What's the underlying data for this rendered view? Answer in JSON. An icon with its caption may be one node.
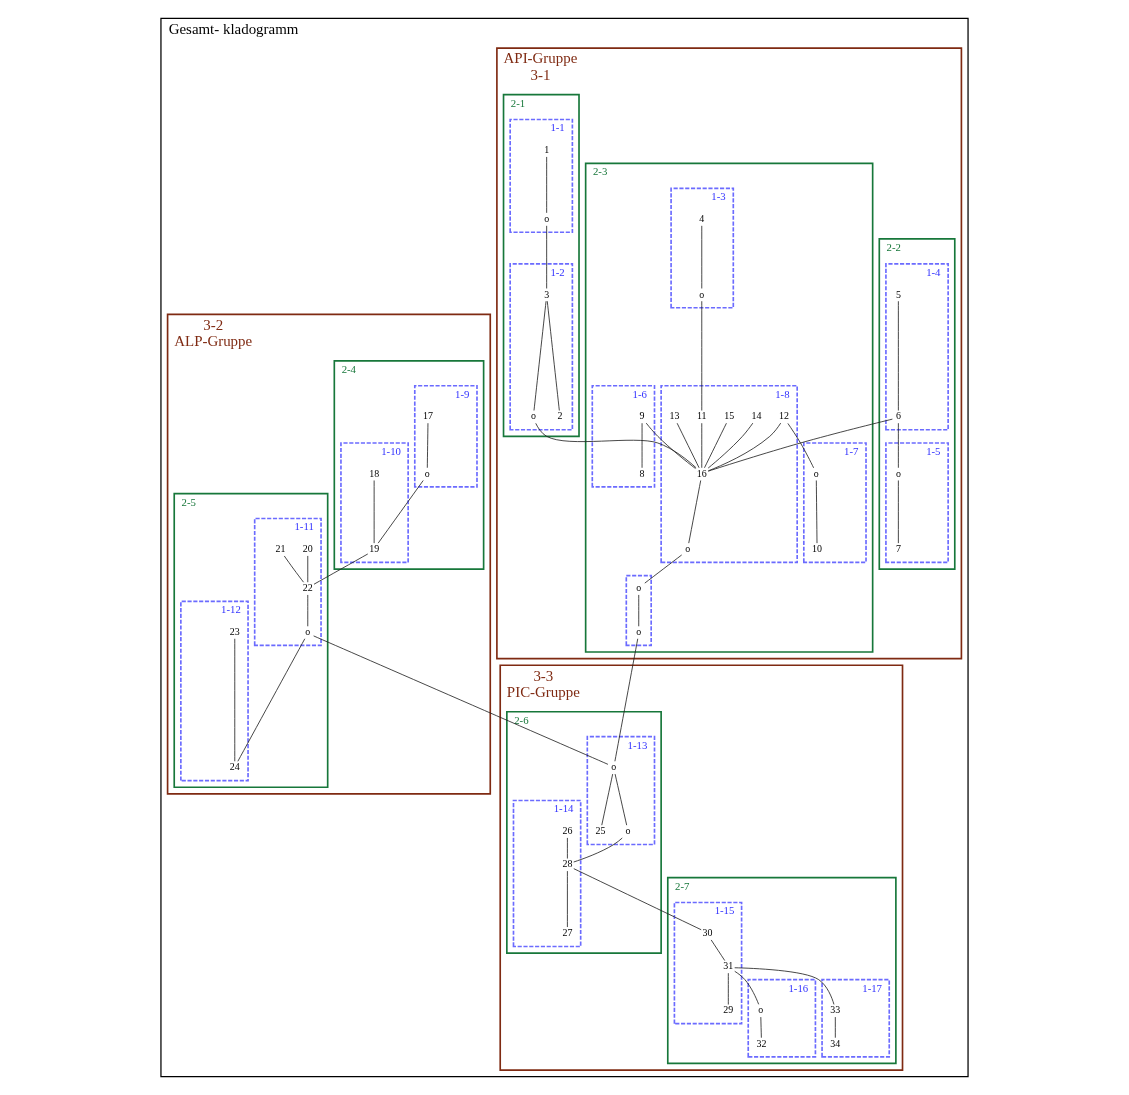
{
  "diagram": {
    "nodes": [
      {
        "text": [
          "Gesamt- kladogramm"
        ]
      },
      {
        "text": [
          "API-Gruppe",
          "3-1"
        ],
        "in": 0
      },
      {
        "text": [
          "2-2"
        ],
        "in": 1
      },
      {
        "text": [
          "1-5"
        ],
        "in": 2
      },
      {
        "text": [
          "7"
        ],
        "in": 3
      },
      {
        "text": [
          "o"
        ],
        "in": 3
      },
      {
        "text": [
          "1-4"
        ],
        "in": 2
      },
      {
        "text": [
          "5"
        ],
        "in": 6
      },
      {
        "text": [
          "6"
        ],
        "in": 6
      },
      {
        "text": [
          "2-3"
        ],
        "in": 1
      },
      {
        "text": [
          "1-3"
        ],
        "in": 9
      },
      {
        "text": [
          "4"
        ],
        "in": 10
      },
      {
        "text": [
          "o"
        ],
        "in": 10
      },
      {
        "text": [
          "1-6"
        ],
        "in": 9
      },
      {
        "text": [
          "9"
        ],
        "in": 13
      },
      {
        "text": [
          "8"
        ],
        "in": 13
      },
      {
        "text": [
          "1-7"
        ],
        "in": 9
      },
      {
        "text": [
          "o"
        ],
        "in": 16
      },
      {
        "text": [
          "10"
        ],
        "in": 16
      },
      {
        "text": [
          "1-8"
        ],
        "in": 9
      },
      {
        "text": [
          "11"
        ],
        "in": 19
      },
      {
        "text": [
          "12"
        ],
        "in": 19
      },
      {
        "text": [
          "16"
        ],
        "in": 19
      },
      {
        "text": [
          "13"
        ],
        "in": 19
      },
      {
        "text": [
          "14"
        ],
        "in": 19
      },
      {
        "text": [
          "o"
        ],
        "in": 19
      },
      {
        "text": [
          "15"
        ],
        "in": 19
      },
      {
        "text": [],
        "shape": "box",
        "in": 9
      },
      {
        "text": [
          "o"
        ],
        "in": 27
      },
      {
        "text": [
          "o"
        ],
        "in": 27
      },
      {
        "text": [
          "2-1"
        ],
        "in": 1
      },
      {
        "text": [
          "1-1"
        ],
        "in": 30
      },
      {
        "text": [
          "1"
        ],
        "in": 31
      },
      {
        "text": [
          "o"
        ],
        "in": 31
      },
      {
        "text": [
          "1-2"
        ],
        "in": 30
      },
      {
        "text": [
          "3"
        ],
        "in": 34
      },
      {
        "text": [
          "o"
        ],
        "in": 34
      },
      {
        "text": [
          "2"
        ],
        "in": 34
      },
      {
        "text": [
          "3-2",
          "ALP-Gruppe"
        ],
        "in": 0
      },
      {
        "text": [
          "2-4"
        ],
        "in": 38
      },
      {
        "text": [
          "1-9"
        ],
        "in": 39
      },
      {
        "text": [
          "17"
        ],
        "in": 40
      },
      {
        "text": [
          "o"
        ],
        "in": 40
      },
      {
        "text": [
          "1-10"
        ],
        "in": 39
      },
      {
        "text": [
          "18"
        ],
        "in": 43
      },
      {
        "text": [
          "19"
        ],
        "in": 43
      },
      {
        "text": [
          "2-5"
        ],
        "in": 38
      },
      {
        "text": [
          "1-11"
        ],
        "in": 46
      },
      {
        "text": [
          "20"
        ],
        "in": 47
      },
      {
        "text": [
          "22"
        ],
        "in": 47
      },
      {
        "text": [
          "o"
        ],
        "in": 47
      },
      {
        "text": [
          "21"
        ],
        "in": 47
      },
      {
        "text": [
          "1-12"
        ],
        "in": 46
      },
      {
        "text": [
          "23"
        ],
        "in": 52
      },
      {
        "text": [
          "24"
        ],
        "in": 52
      },
      {
        "text": [
          "3-3",
          "PIC-Gruppe"
        ],
        "in": 0
      },
      {
        "text": [
          "2-6"
        ],
        "in": 55
      },
      {
        "text": [
          "1-13"
        ],
        "in": 56
      },
      {
        "text": [
          "o"
        ],
        "in": 57
      },
      {
        "text": [
          "25"
        ],
        "in": 57
      },
      {
        "text": [
          "o"
        ],
        "in": 57
      },
      {
        "text": [
          "1-14"
        ],
        "in": 56
      },
      {
        "text": [
          "26"
        ],
        "in": 61
      },
      {
        "text": [
          "28"
        ],
        "in": 61
      },
      {
        "text": [
          "27"
        ],
        "in": 61
      },
      {
        "text": [
          "2-7"
        ],
        "in": 55
      },
      {
        "text": [
          "1-16"
        ],
        "in": 65
      },
      {
        "text": [
          "o"
        ],
        "in": 66
      },
      {
        "text": [
          "32"
        ],
        "in": 66
      },
      {
        "text": [
          "1-15"
        ],
        "in": 65
      },
      {
        "text": [
          "30"
        ],
        "in": 69
      },
      {
        "text": [
          "31"
        ],
        "in": 69
      },
      {
        "text": [
          "29"
        ],
        "in": 69
      },
      {
        "text": [
          "1-17"
        ],
        "in": 65
      },
      {
        "text": [
          "33"
        ],
        "in": 73
      },
      {
        "text": [
          "34"
        ],
        "in": 73
      }
    ],
    "edges": [
      {
        "from": 32,
        "to": 33,
        "arrow": "none"
      },
      {
        "from": 33,
        "to": 35,
        "arrow": "none"
      },
      {
        "from": 35,
        "to": 37,
        "arrow": "none"
      },
      {
        "from": 35,
        "to": 36,
        "arrow": "none"
      },
      {
        "from": 36,
        "to": 22,
        "arrow": "none"
      },
      {
        "from": 11,
        "to": 12,
        "arrow": "none"
      },
      {
        "from": 12,
        "to": 20,
        "arrow": "none"
      },
      {
        "from": 20,
        "to": 22,
        "arrow": "none"
      },
      {
        "from": 7,
        "to": 8,
        "arrow": "none"
      },
      {
        "from": 8,
        "to": 5,
        "arrow": "none"
      },
      {
        "from": 5,
        "to": 4,
        "arrow": "none"
      },
      {
        "from": 8,
        "to": 22,
        "arrow": "none"
      },
      {
        "from": 14,
        "to": 22,
        "arrow": "none"
      },
      {
        "from": 14,
        "to": 15,
        "arrow": "none"
      },
      {
        "from": 21,
        "to": 22,
        "arrow": "none"
      },
      {
        "from": 21,
        "to": 17,
        "arrow": "none"
      },
      {
        "from": 17,
        "to": 18,
        "arrow": "none"
      },
      {
        "from": 23,
        "to": 22,
        "arrow": "none"
      },
      {
        "from": 24,
        "to": 22,
        "arrow": "none"
      },
      {
        "from": 26,
        "to": 22,
        "arrow": "none"
      },
      {
        "from": 22,
        "to": 25,
        "arrow": "none"
      },
      {
        "from": 25,
        "to": 28,
        "arrow": "none"
      },
      {
        "from": 28,
        "to": 29,
        "arrow": "none"
      },
      {
        "from": 29,
        "to": 58,
        "arrow": "none"
      },
      {
        "from": 41,
        "to": 42,
        "arrow": "none"
      },
      {
        "from": 42,
        "to": 45,
        "arrow": "none"
      },
      {
        "from": 44,
        "to": 45,
        "arrow": "none"
      },
      {
        "from": 45,
        "to": 49,
        "arrow": "none"
      },
      {
        "from": 48,
        "to": 49,
        "arrow": "none"
      },
      {
        "from": 51,
        "to": 49,
        "arrow": "none"
      },
      {
        "from": 49,
        "to": 50,
        "arrow": "none"
      },
      {
        "from": 50,
        "to": 54,
        "arrow": "none"
      },
      {
        "from": 53,
        "to": 54,
        "arrow": "none"
      },
      {
        "from": 50,
        "to": 58,
        "arrow": "none"
      },
      {
        "from": 58,
        "to": 59,
        "arrow": "none"
      },
      {
        "from": 58,
        "to": 60,
        "arrow": "none"
      },
      {
        "from": 60,
        "to": 63,
        "arrow": "none"
      },
      {
        "from": 62,
        "to": 63,
        "arrow": "none"
      },
      {
        "from": 63,
        "to": 64,
        "arrow": "none"
      },
      {
        "from": 63,
        "to": 70,
        "arrow": "none"
      },
      {
        "from": 70,
        "to": 71,
        "arrow": "none"
      },
      {
        "from": 71,
        "to": 67,
        "arrow": "none"
      },
      {
        "from": 67,
        "to": 68,
        "arrow": "none"
      },
      {
        "from": 71,
        "to": 74,
        "arrow": "none"
      },
      {
        "from": 74,
        "to": 75,
        "arrow": "none"
      },
      {
        "from": 71,
        "to": 72,
        "arrow": "none"
      }
    ]
  }
}
